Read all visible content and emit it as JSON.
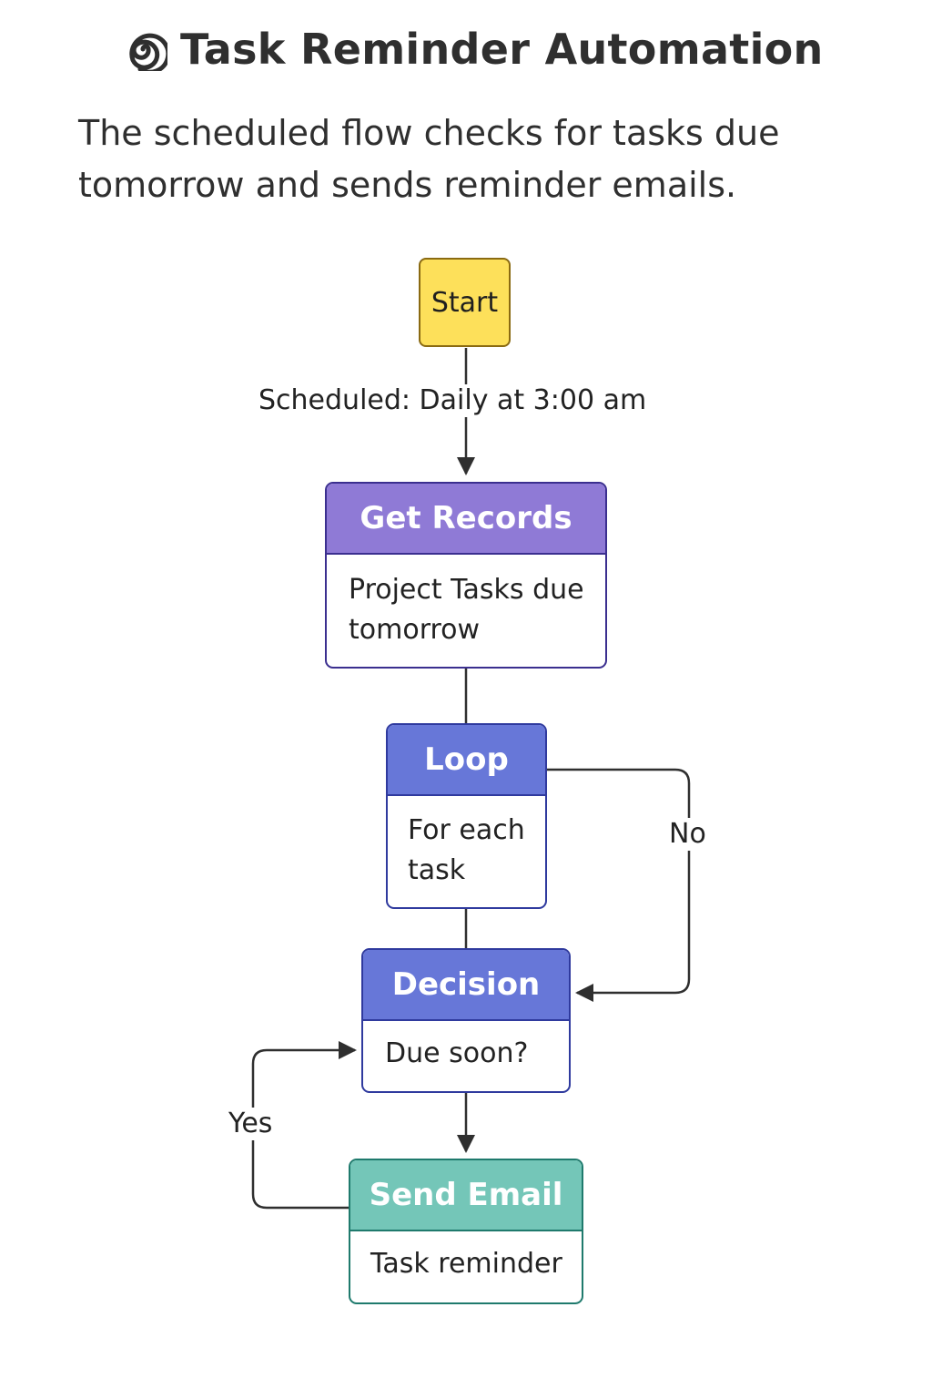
{
  "header": {
    "icon": "spiral-icon",
    "title": "Task Reminder Automation",
    "description": "The scheduled flow checks for tasks due tomorrow and sends reminder emails."
  },
  "flow": {
    "start": {
      "label": "Start",
      "color": "#fde05a"
    },
    "trigger_label": "Scheduled: Daily at 3:00 am",
    "get_records": {
      "title": "Get Records",
      "body": "Project Tasks due tomorrow",
      "color": "#8f7ad6"
    },
    "loop": {
      "title": "Loop",
      "body": "For each task",
      "color": "#6777d8"
    },
    "decision": {
      "title": "Decision",
      "body": "Due soon?",
      "color": "#6777d8"
    },
    "send_email": {
      "title": "Send Email",
      "body": "Task reminder",
      "color": "#74c6b8"
    },
    "branch_no": "No",
    "branch_yes": "Yes"
  }
}
